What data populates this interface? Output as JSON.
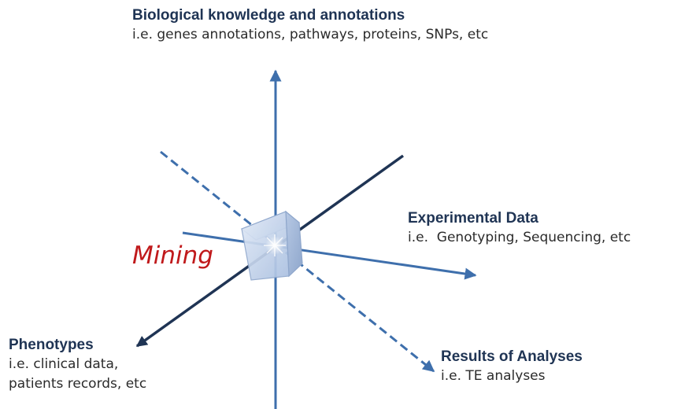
{
  "axes": {
    "biological": {
      "title": "Biological knowledge and annotations",
      "subtitle": "i.e. genes annotations, pathways, proteins, SNPs, etc"
    },
    "experimental": {
      "title": "Experimental Data",
      "subtitle": "i.e.  Genotyping, Sequencing, etc"
    },
    "phenotypes": {
      "title": "Phenotypes",
      "subtitle_line1": "i.e. clinical data,",
      "subtitle_line2": "patients records, etc"
    },
    "results": {
      "title": "Results of Analyses",
      "subtitle": "i.e. TE analyses"
    }
  },
  "center": {
    "label": "Mining"
  },
  "colors": {
    "axis_dark": "#1f3454",
    "axis_blue": "#3e6fac",
    "label_title": "#1f3454",
    "mining": "#c0191b",
    "cube_face": "#c9d7ec",
    "cube_edge": "#8fa7cc"
  }
}
